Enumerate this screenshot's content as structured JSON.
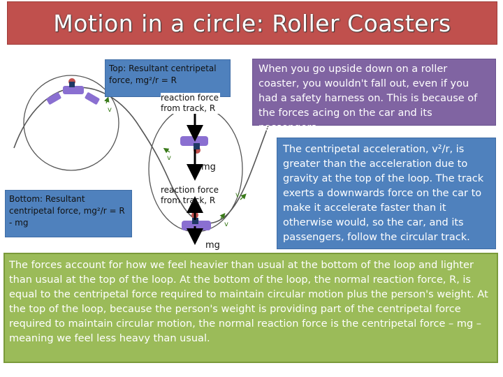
{
  "title": "Motion in a circle: Roller Coasters",
  "top_box": "Top: Resultant centripetal force, mg²/r = R",
  "bottom_box": "Bottom: Resultant centripetal force, mg²/r = R - mg",
  "reaction_force_top": "reaction force from track, R",
  "reaction_force_bottom": "reaction force from track, R",
  "mg_top": "mg",
  "mg_bottom": "mg",
  "velocity_symbol": "v",
  "upside_down_text": "When you go upside down on a roller coaster, you wouldn't fall out, even if you had a safety harness on. This is because of the forces acing on the car and its passengers…",
  "centripetal_text": "The centripetal acceleration, v²/r, is greater than the acceleration due to gravity at the top of the loop. The track exerts a downwards force on the car to make it accelerate faster than it otherwise would, so the car, and its passengers, follow the circular track.",
  "forces_text": "The forces account for how we feel heavier than usual at the bottom of the loop and lighter than usual at the top of the loop. At the bottom of the loop, the normal reaction force, R, is equal to the centripetal force required to maintain circular motion plus the person's weight. At the top of the loop, because the person's weight is providing part of the centripetal force required to maintain circular motion, the normal reaction force is the centripetal force – mg – meaning we feel less heavy than usual.",
  "colors": {
    "title_bg": "#c0504d",
    "top_box_bg": "#4f81bd",
    "purple_box_bg": "#8064a2",
    "green_box_bg": "#9bbb59",
    "car": "#8a6fd1",
    "arrow": "#000000",
    "velocity_arrow": "#3a7a1a"
  }
}
